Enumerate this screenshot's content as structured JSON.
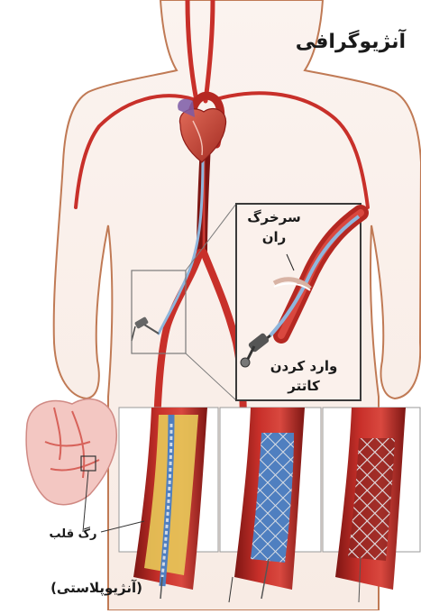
{
  "title": "آنژیوگرافی",
  "labels": {
    "femoral_artery": "سرخرگ ران",
    "catheter_insertion": "وارد کردن کاتتر",
    "coronary_artery": "رگ قلب",
    "angioplasty": "(آنژیوپلاستی)"
  },
  "colors": {
    "skin": "#fbf1ec",
    "body_outline": "#c07a55",
    "artery": "#c8302a",
    "artery_dark": "#8e1c18",
    "catheter": "#8fb6dc",
    "heart": "#c94a3d",
    "stent": "#4f7fc0",
    "plaque": "#e6c95a"
  }
}
